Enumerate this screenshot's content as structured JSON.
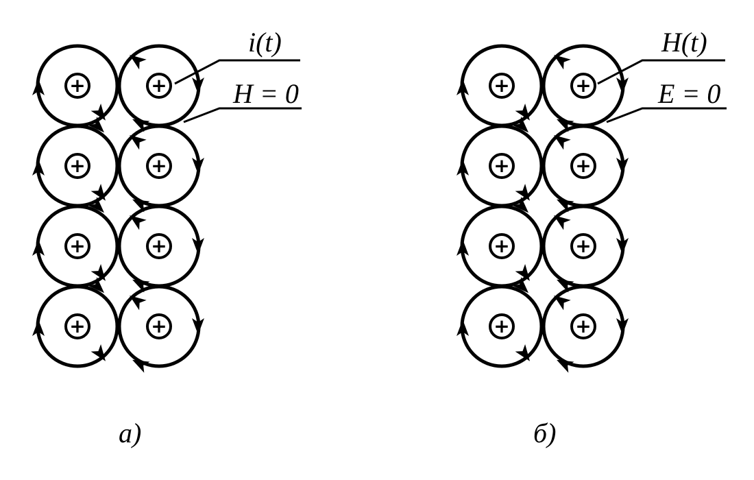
{
  "panels": [
    {
      "id": "a",
      "caption": "а)",
      "source_label": "i(t)",
      "boundary_label": "H = 0",
      "rows": 4,
      "cols": 2,
      "center_symbol": "+"
    },
    {
      "id": "b",
      "caption": "б)",
      "source_label": "H(t)",
      "boundary_label": "E = 0",
      "rows": 4,
      "cols": 2,
      "center_symbol": "+"
    }
  ],
  "colors": {
    "stroke": "#000000",
    "background": "#ffffff"
  }
}
